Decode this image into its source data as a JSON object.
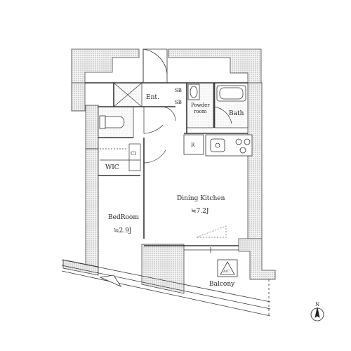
{
  "rooms": {
    "entrance": "Ent.",
    "shoe_box": "SB",
    "hall_storage": "SB",
    "powder_room_line1": "Powder",
    "powder_room_line2": "room",
    "bath": "Bath",
    "fridge": "R",
    "wic": "WIC",
    "storage_small": "Cl",
    "dining_kitchen": "Dining Kitchen",
    "dining_kitchen_size": "≒7.2J",
    "bedroom": "BedRoom",
    "bedroom_size": "≒2.9J",
    "balcony": "Balcony",
    "outdoor_unit": "A/C"
  },
  "compass": {
    "north_label": "N"
  },
  "colors": {
    "wall_fill": "#d8d8d8",
    "wet_area": "#e9e9e9",
    "line": "#333333"
  }
}
